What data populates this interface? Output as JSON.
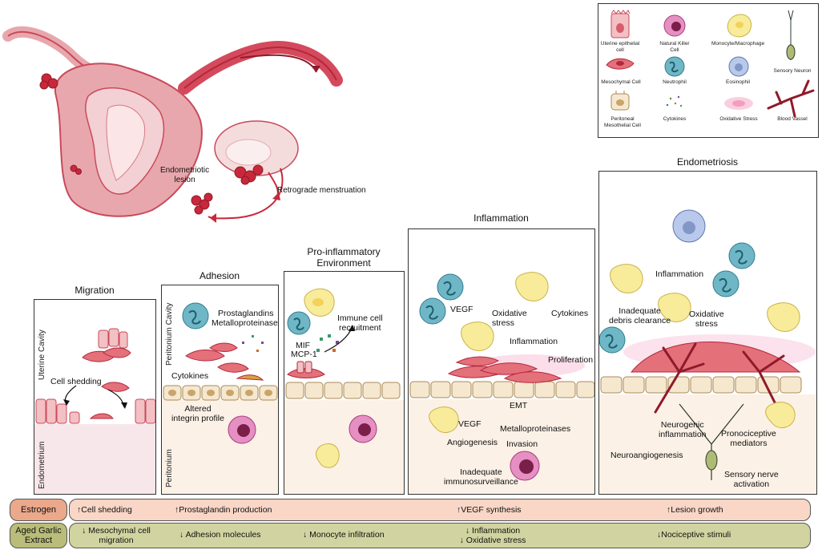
{
  "anatomy": {
    "lesion_label": "Endometriotic\nlesion",
    "retro_label": "Retrograde menstruation"
  },
  "legend": {
    "items": [
      {
        "label": "Uterine epithelial cell",
        "icon": "uterine-epithelial-cell"
      },
      {
        "label": "Natural Killer Cell",
        "icon": "nk-cell"
      },
      {
        "label": "Monocyte/Macrophage",
        "icon": "macrophage"
      },
      {
        "label": "Sensory Neuron",
        "icon": "sensory-neuron"
      },
      {
        "label": "Mesochymal Cell",
        "icon": "mesenchymal-cell"
      },
      {
        "label": "Neutrophil",
        "icon": "neutrophil"
      },
      {
        "label": "Eosinophil",
        "icon": "eosinophil"
      },
      {
        "label": "Blood Vassel",
        "icon": "blood-vessel"
      },
      {
        "label": "Peritoneal Mesothelial Cell",
        "icon": "mesothelial-cell"
      },
      {
        "label": "Cytokines",
        "icon": "cytokines"
      },
      {
        "label": "Oxidative Stress",
        "icon": "oxidative-stress"
      }
    ]
  },
  "stages": {
    "migration": {
      "title": "Migration",
      "uterine_cavity": "Uterine Cavity",
      "endometrium": "Endometrium",
      "cell_shedding": "Cell shedding"
    },
    "adhesion": {
      "title": "Adhesion",
      "peritonium_cavity": "Peritonium Cavity",
      "peritonium": "Peritonium",
      "prostaglandins": "Prostaglandins",
      "metalloproteinases": "Metalloproteinases",
      "cytokines": "Cytokines",
      "altered_integrin": "Altered\nintegrin profile"
    },
    "proinflammatory": {
      "title": "Pro-inflammatory\nEnvironment",
      "immune_recruitment": "Immune cell\nrecruitment",
      "mif": "MIF",
      "mcp1": "MCP-1"
    },
    "inflammation": {
      "title": "Inflammation",
      "vegf_top": "VEGF",
      "oxidative_stress": "Oxidative\nstress",
      "cytokines": "Cytokines",
      "inflammation": "Inflammation",
      "proliferation": "Proliferation",
      "emt": "EMT",
      "vegf_bottom": "VEGF",
      "angiogenesis": "Angiogenesis",
      "metalloproteinases": "Metalloproteinases",
      "invasion": "Invasion",
      "immunosurveillance": "Inadequate\nimmunosurveillance"
    },
    "endometriosis": {
      "title": "Endometriosis",
      "inflammation": "Inflammation",
      "debris_clearance": "Inadequate\ndebris clearance",
      "oxidative_stress": "Oxidative\nstress",
      "neurogenic": "Neurogenic\ninflammation",
      "pronociceptive": "Pronociceptive\nmediators",
      "neuroangiogenesis": "Neuroangiogenesis",
      "sensory_activation": "Sensory nerve\nactivation"
    }
  },
  "estrogen": {
    "label": "Estrogen",
    "effects": [
      "↑Cell shedding",
      "↑Prostaglandin production",
      "↑VEGF synthesis",
      "↑Lesion growth"
    ]
  },
  "garlic": {
    "label": "Aged Garlic\nExtract",
    "effects": [
      "↓ Mesochymal cell\nmigration",
      "↓ Adhesion molecules",
      "↓ Monocyte infiltration",
      "↓ Inflammation\n↓ Oxidative stress",
      "↓Nociceptive stimuli"
    ]
  },
  "colors": {
    "uterus": "#e8a7ac",
    "uterus_dark": "#c84a5c",
    "lesion": "#c8283a",
    "mesenchymal": "#e4707a",
    "macrophage": "#f8ec9a",
    "neutrophil": "#6fb7c6",
    "eosinophil": "#b9c9ec",
    "nk": "#e68fc2",
    "mesothelial": "#f6e7cf",
    "estrogen_band": "#f9d6c6",
    "garlic_band": "#d1d4a0",
    "estrogen_label_bg": "#eba88a",
    "garlic_label_bg": "#b9bd79"
  }
}
